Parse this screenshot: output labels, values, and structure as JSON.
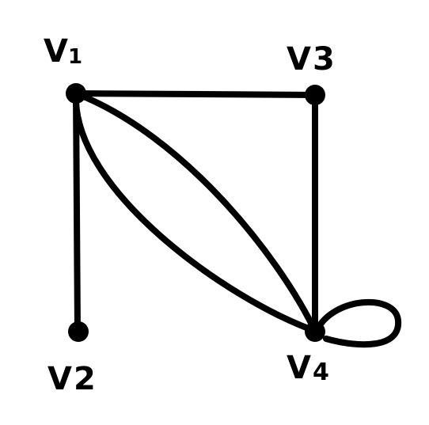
{
  "graph": {
    "vertices": [
      {
        "id": "v1",
        "letter": "V",
        "sub": "1"
      },
      {
        "id": "v2",
        "letter": "V",
        "sub": "2"
      },
      {
        "id": "v3",
        "letter": "V",
        "sub": "3"
      },
      {
        "id": "v4",
        "letter": "V",
        "sub": "4"
      }
    ],
    "edges": [
      {
        "from": "v1",
        "to": "v3",
        "kind": "straight"
      },
      {
        "from": "v1",
        "to": "v2",
        "kind": "straight"
      },
      {
        "from": "v3",
        "to": "v4",
        "kind": "straight"
      },
      {
        "from": "v1",
        "to": "v4",
        "kind": "curved-upper"
      },
      {
        "from": "v1",
        "to": "v4",
        "kind": "curved-lower"
      },
      {
        "from": "v4",
        "to": "v4",
        "kind": "loop"
      }
    ],
    "colors": {
      "stroke": "#000000",
      "background": "#ffffff"
    }
  }
}
